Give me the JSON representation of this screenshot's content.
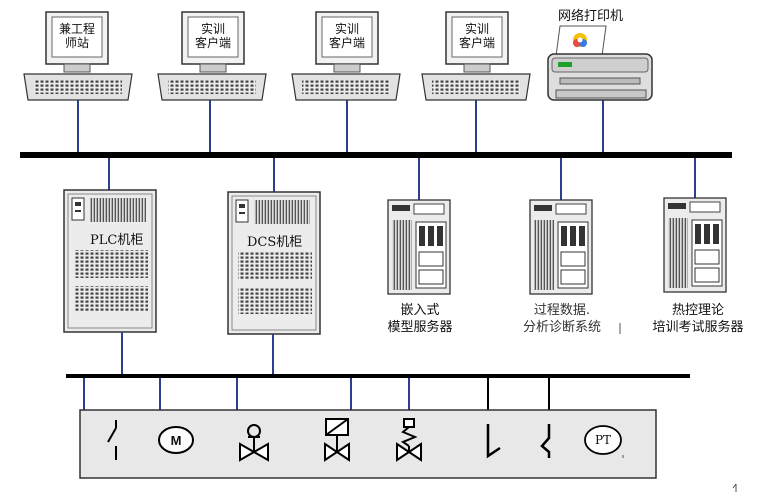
{
  "workstations": [
    {
      "line1": "兼工程",
      "line2": "师站"
    },
    {
      "line1": "实训",
      "line2": "客户端"
    },
    {
      "line1": "实训",
      "line2": "客户端"
    },
    {
      "line1": "实训",
      "line2": "客户端"
    }
  ],
  "printer_label": "网络打印机",
  "cabinets": {
    "plc": "PLC机柜",
    "dcs": "DCS机柜"
  },
  "servers": [
    {
      "line1": "嵌入式",
      "line2": "模型服务器"
    },
    {
      "line1": "过程数据.",
      "line2": "分析诊断系统"
    },
    {
      "line1": "热控理论",
      "line2": "培训考试服务器"
    }
  ],
  "field_devices": {
    "motor_symbol": "M",
    "pt_symbol": "PT"
  },
  "colors": {
    "bus": "#000000",
    "link": "#2b3f8e",
    "cabinet_fill": "#e9e9e9",
    "terminal_fill": "#f2f2f2",
    "printer_accent": "#1ea12a"
  }
}
